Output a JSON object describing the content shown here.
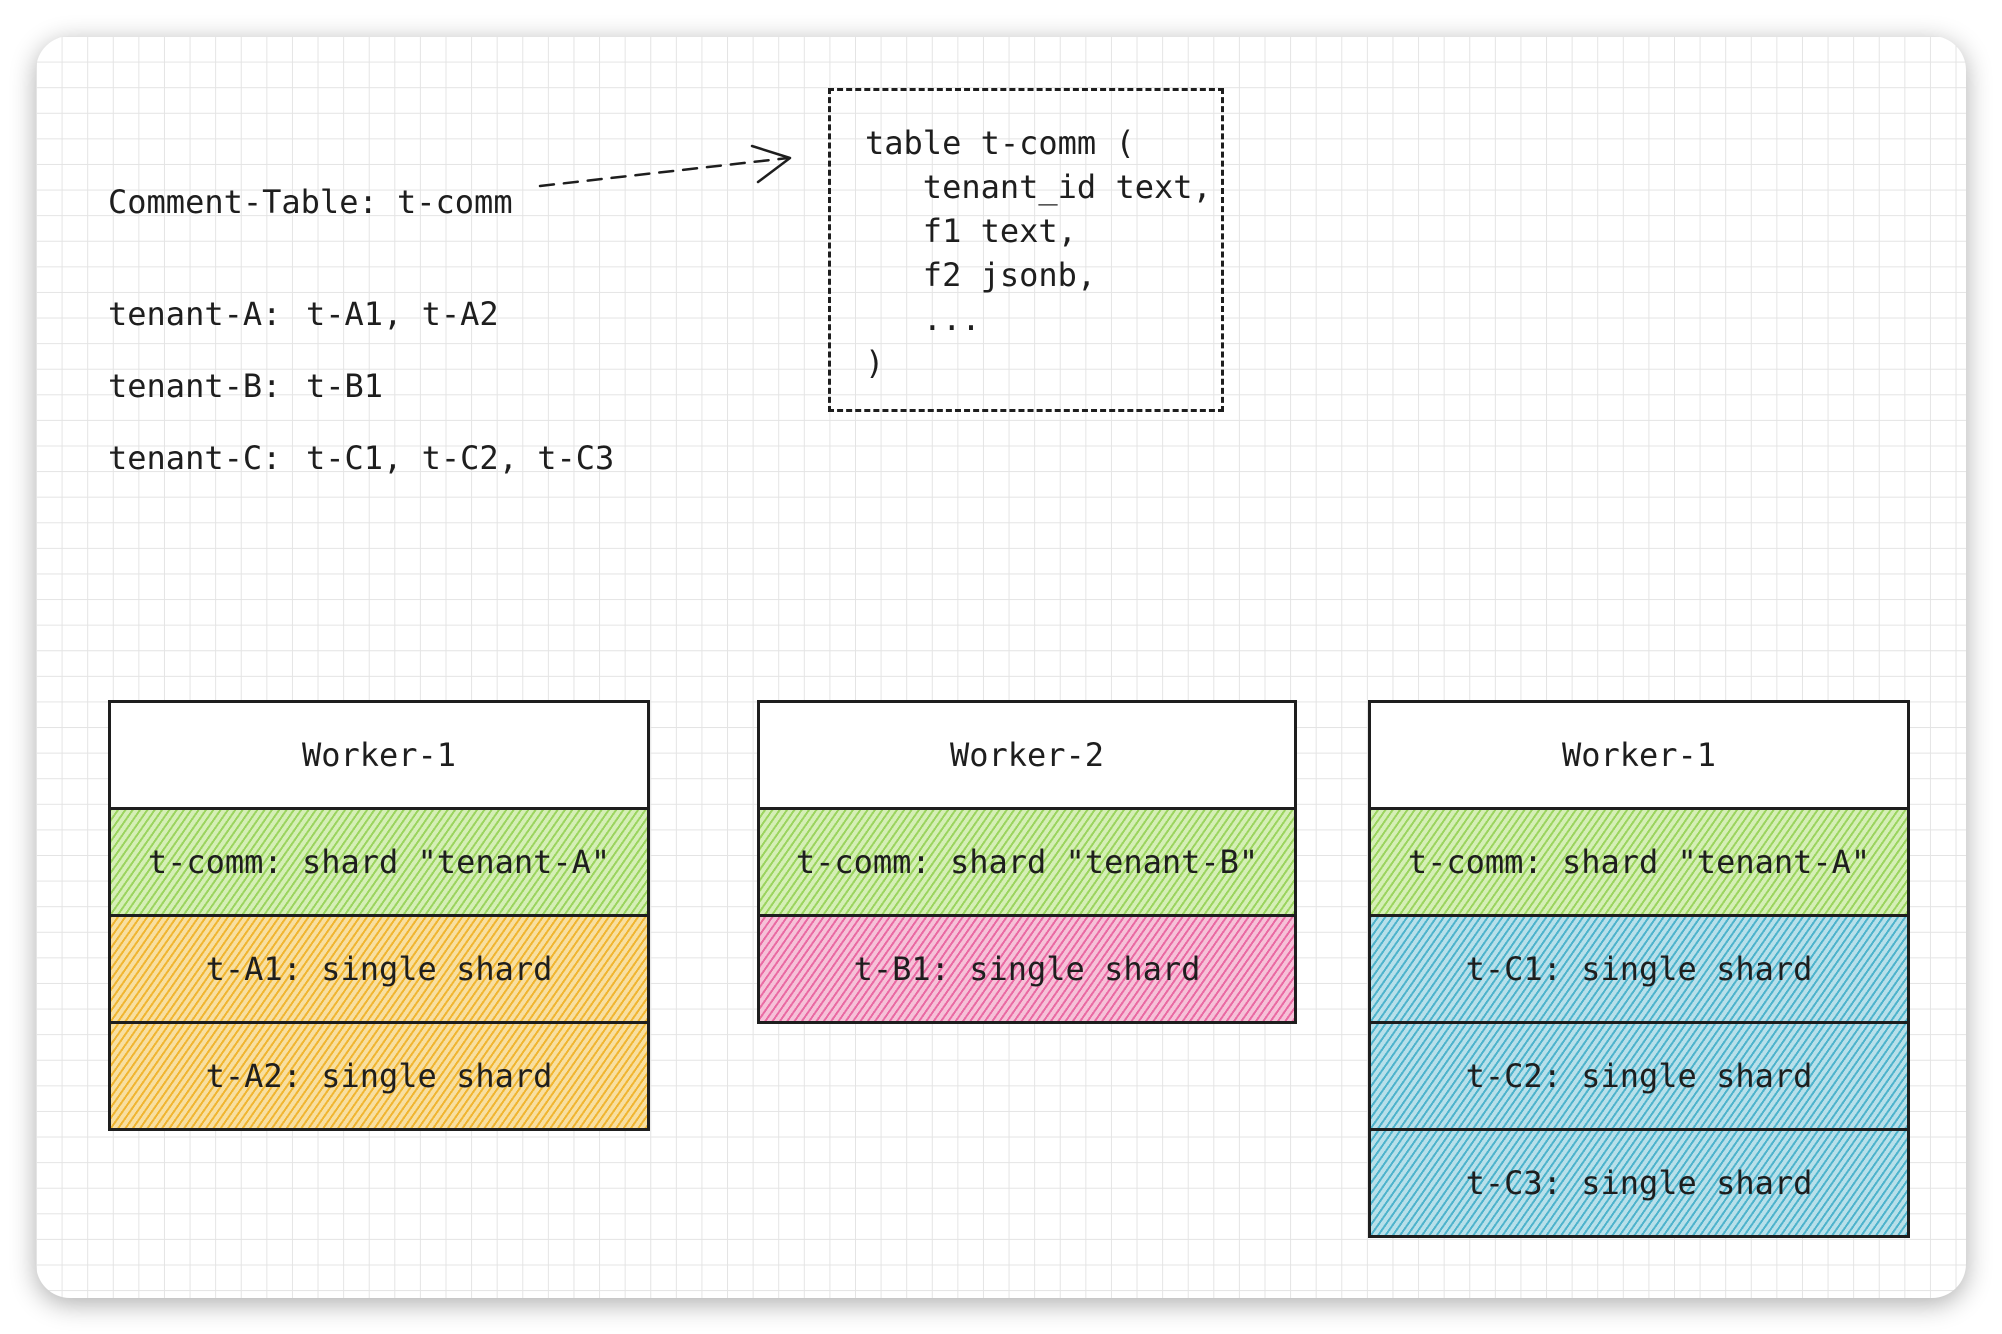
{
  "diagram": {
    "comment_table_label": "Comment-Table: t-comm",
    "tenants": [
      {
        "name": "tenant-A:",
        "tables": "t-A1, t-A2"
      },
      {
        "name": "tenant-B:",
        "tables": "t-B1"
      },
      {
        "name": "tenant-C:",
        "tables": "t-C1, t-C2, t-C3"
      }
    ],
    "schema_lines": [
      "table t-comm (",
      "   tenant_id text,",
      "   f1 text,",
      "   f2 jsonb,",
      "   ...",
      ")"
    ],
    "workers": [
      {
        "title": "Worker-1",
        "cells": [
          {
            "label": "t-comm: shard \"tenant-A\"",
            "color": "#9bd45f"
          },
          {
            "label": "t-A1: single shard",
            "color": "#f0b531"
          },
          {
            "label": "t-A2: single shard",
            "color": "#f0b531"
          }
        ]
      },
      {
        "title": "Worker-2",
        "cells": [
          {
            "label": "t-comm: shard \"tenant-B\"",
            "color": "#9bd45f"
          },
          {
            "label": "t-B1: single shard",
            "color": "#e96aa3"
          }
        ]
      },
      {
        "title": "Worker-1",
        "cells": [
          {
            "label": "t-comm: shard \"tenant-A\"",
            "color": "#9bd45f"
          },
          {
            "label": "t-C1: single shard",
            "color": "#4fb3cc"
          },
          {
            "label": "t-C2: single shard",
            "color": "#4fb3cc"
          },
          {
            "label": "t-C3: single shard",
            "color": "#4fb3cc"
          }
        ]
      }
    ]
  }
}
